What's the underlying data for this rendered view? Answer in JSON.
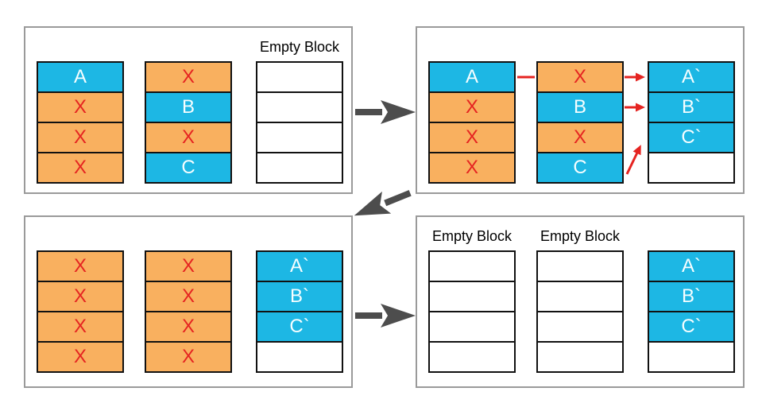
{
  "colors": {
    "background": "#ffffff",
    "valid_block": "#1db7e4",
    "valid_text": "#f6feff",
    "invalid_block": "#f9b05f",
    "invalid_text": "#e52421",
    "block_border": "#111111",
    "panel_border": "#9a9a9a",
    "flow_arrow": "#4d4d4d",
    "red_connector": "#e52421"
  },
  "panels": [
    {
      "id": "step-1-initial-state",
      "columns": [
        {
          "label": "",
          "cells": [
            {
              "text": "A",
              "type": "valid"
            },
            {
              "text": "X",
              "type": "invalid"
            },
            {
              "text": "X",
              "type": "invalid"
            },
            {
              "text": "X",
              "type": "invalid"
            }
          ]
        },
        {
          "label": "",
          "cells": [
            {
              "text": "X",
              "type": "invalid"
            },
            {
              "text": "B",
              "type": "valid"
            },
            {
              "text": "X",
              "type": "invalid"
            },
            {
              "text": "C",
              "type": "valid"
            }
          ]
        },
        {
          "label": "Empty Block",
          "cells": [
            {
              "text": "",
              "type": "empty"
            },
            {
              "text": "",
              "type": "empty"
            },
            {
              "text": "",
              "type": "empty"
            },
            {
              "text": "",
              "type": "empty"
            }
          ]
        }
      ]
    },
    {
      "id": "step-2-copy-valid-pages",
      "columns": [
        {
          "label": "",
          "cells": [
            {
              "text": "A",
              "type": "valid"
            },
            {
              "text": "X",
              "type": "invalid"
            },
            {
              "text": "X",
              "type": "invalid"
            },
            {
              "text": "X",
              "type": "invalid"
            }
          ]
        },
        {
          "label": "",
          "cells": [
            {
              "text": "X",
              "type": "invalid"
            },
            {
              "text": "B",
              "type": "valid"
            },
            {
              "text": "X",
              "type": "invalid"
            },
            {
              "text": "C",
              "type": "valid"
            }
          ]
        },
        {
          "label": "",
          "cells": [
            {
              "text": "A`",
              "type": "valid"
            },
            {
              "text": "B`",
              "type": "valid"
            },
            {
              "text": "C`",
              "type": "valid"
            },
            {
              "text": "",
              "type": "empty"
            }
          ]
        }
      ],
      "red_connectors": [
        {
          "name": "copy-link-a",
          "from": "A",
          "to": "A`"
        },
        {
          "name": "copy-arrow-a",
          "from": "A",
          "to": "A`"
        },
        {
          "name": "copy-arrow-b",
          "from": "B",
          "to": "B`"
        },
        {
          "name": "copy-arrow-c",
          "from": "C",
          "to": "C`"
        }
      ]
    },
    {
      "id": "step-3-after-copy",
      "columns": [
        {
          "label": "",
          "cells": [
            {
              "text": "X",
              "type": "invalid"
            },
            {
              "text": "X",
              "type": "invalid"
            },
            {
              "text": "X",
              "type": "invalid"
            },
            {
              "text": "X",
              "type": "invalid"
            }
          ]
        },
        {
          "label": "",
          "cells": [
            {
              "text": "X",
              "type": "invalid"
            },
            {
              "text": "X",
              "type": "invalid"
            },
            {
              "text": "X",
              "type": "invalid"
            },
            {
              "text": "X",
              "type": "invalid"
            }
          ]
        },
        {
          "label": "",
          "cells": [
            {
              "text": "A`",
              "type": "valid"
            },
            {
              "text": "B`",
              "type": "valid"
            },
            {
              "text": "C`",
              "type": "valid"
            },
            {
              "text": "",
              "type": "empty"
            }
          ]
        }
      ]
    },
    {
      "id": "step-4-blocks-erased",
      "columns": [
        {
          "label": "Empty Block",
          "cells": [
            {
              "text": "",
              "type": "empty"
            },
            {
              "text": "",
              "type": "empty"
            },
            {
              "text": "",
              "type": "empty"
            },
            {
              "text": "",
              "type": "empty"
            }
          ]
        },
        {
          "label": "Empty Block",
          "cells": [
            {
              "text": "",
              "type": "empty"
            },
            {
              "text": "",
              "type": "empty"
            },
            {
              "text": "",
              "type": "empty"
            },
            {
              "text": "",
              "type": "empty"
            }
          ]
        },
        {
          "label": "",
          "cells": [
            {
              "text": "A`",
              "type": "valid"
            },
            {
              "text": "B`",
              "type": "valid"
            },
            {
              "text": "C`",
              "type": "valid"
            },
            {
              "text": "",
              "type": "empty"
            }
          ]
        }
      ]
    }
  ],
  "flow_arrows": [
    {
      "name": "flow-arrow-top",
      "direction": "right"
    },
    {
      "name": "flow-arrow-middle",
      "direction": "down-left"
    },
    {
      "name": "flow-arrow-bottom",
      "direction": "right"
    }
  ]
}
